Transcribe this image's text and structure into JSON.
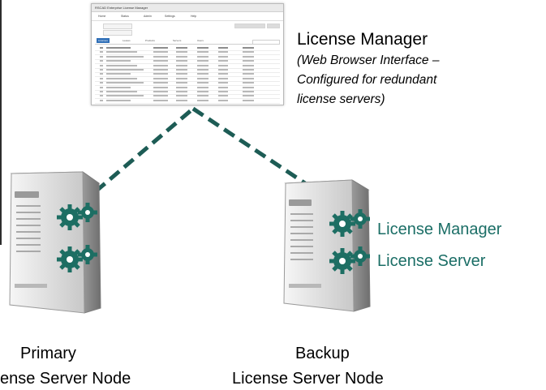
{
  "thumbnail": {
    "window_title": "RSCAD Enterprise License Manager",
    "menu_items": [
      "Home",
      "Status",
      "Admin",
      "Settings",
      "Help"
    ],
    "tab_labels": [
      "Licenses",
      "Leases",
      "Products",
      "Servers",
      "Users"
    ]
  },
  "web_interface": {
    "title": "License Manager",
    "description_lines": [
      "(Web Browser  Interface –",
      "Configured for redundant",
      "license servers)"
    ]
  },
  "backup_node": {
    "services": [
      "License Manager",
      "License Server"
    ],
    "label_lines": [
      "Backup",
      "License Server Node"
    ]
  },
  "primary_node": {
    "label_lines": [
      "Primary",
      "ense Server Node"
    ]
  },
  "colors": {
    "teal": "#1b6e66",
    "gear": "#1d6e63",
    "link": "#1d5c55"
  },
  "icons": [
    "server-icon",
    "gear-icon"
  ]
}
